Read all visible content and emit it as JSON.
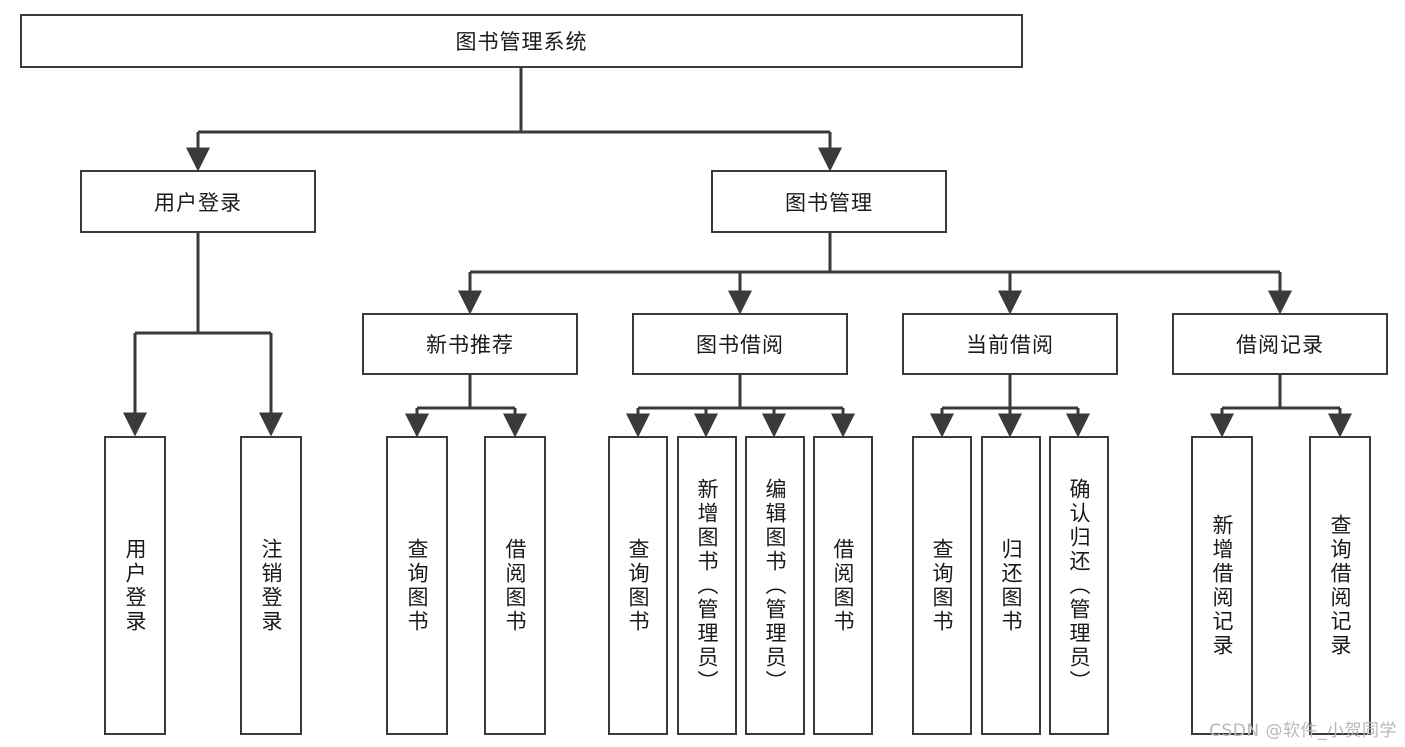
{
  "diagram": {
    "type": "tree",
    "title": "图书管理系统",
    "watermark": "CSDN @软件_小贺同学",
    "colors": {
      "stroke": "#3a3a3a",
      "fill": "#ffffff",
      "text": "#1a1a1a",
      "watermark": "#b9b9b9"
    },
    "root": {
      "label": "图书管理系统"
    },
    "level2": [
      {
        "label": "用户登录"
      },
      {
        "label": "图书管理"
      }
    ],
    "level3": [
      {
        "label": "新书推荐"
      },
      {
        "label": "图书借阅"
      },
      {
        "label": "当前借阅"
      },
      {
        "label": "借阅记录"
      }
    ],
    "leaves": {
      "user_login": [
        {
          "label": "用户登录"
        },
        {
          "label": "注销登录"
        }
      ],
      "new_book_recommend": [
        {
          "label": "查询图书"
        },
        {
          "label": "借阅图书"
        }
      ],
      "book_borrow": [
        {
          "label": "查询图书"
        },
        {
          "label": "新增图书（管理员）"
        },
        {
          "label": "编辑图书（管理员）"
        },
        {
          "label": "借阅图书"
        }
      ],
      "current_borrow": [
        {
          "label": "查询图书"
        },
        {
          "label": "归还图书"
        },
        {
          "label": "确认归还（管理员）"
        }
      ],
      "borrow_records": [
        {
          "label": "新增借阅记录"
        },
        {
          "label": "查询借阅记录"
        }
      ]
    }
  }
}
